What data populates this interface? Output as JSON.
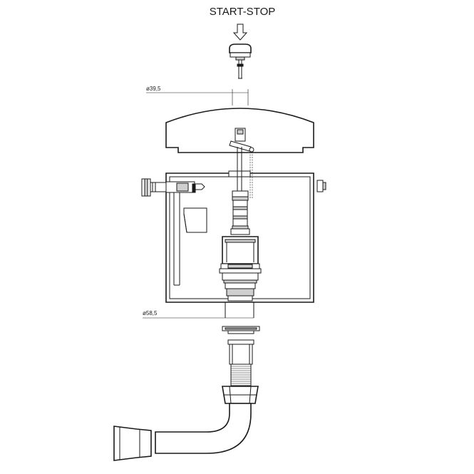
{
  "title": "START-STOP",
  "dimensions": {
    "upper": "ø39,5",
    "lower": "ø58,5"
  },
  "colors": {
    "line": "#1a1a1a",
    "background": "#ffffff",
    "shade": "#cfcfcf"
  }
}
